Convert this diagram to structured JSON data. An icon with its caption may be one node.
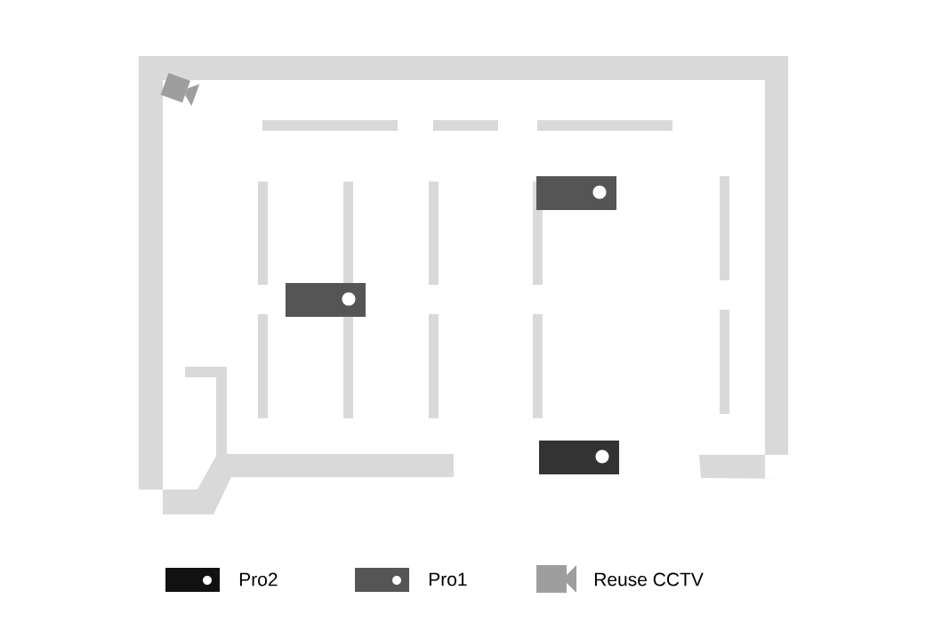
{
  "diagram": {
    "legend": [
      {
        "text": "Pro2"
      },
      {
        "text": "Pro1"
      },
      {
        "text": "Reuse CCTV"
      }
    ]
  }
}
